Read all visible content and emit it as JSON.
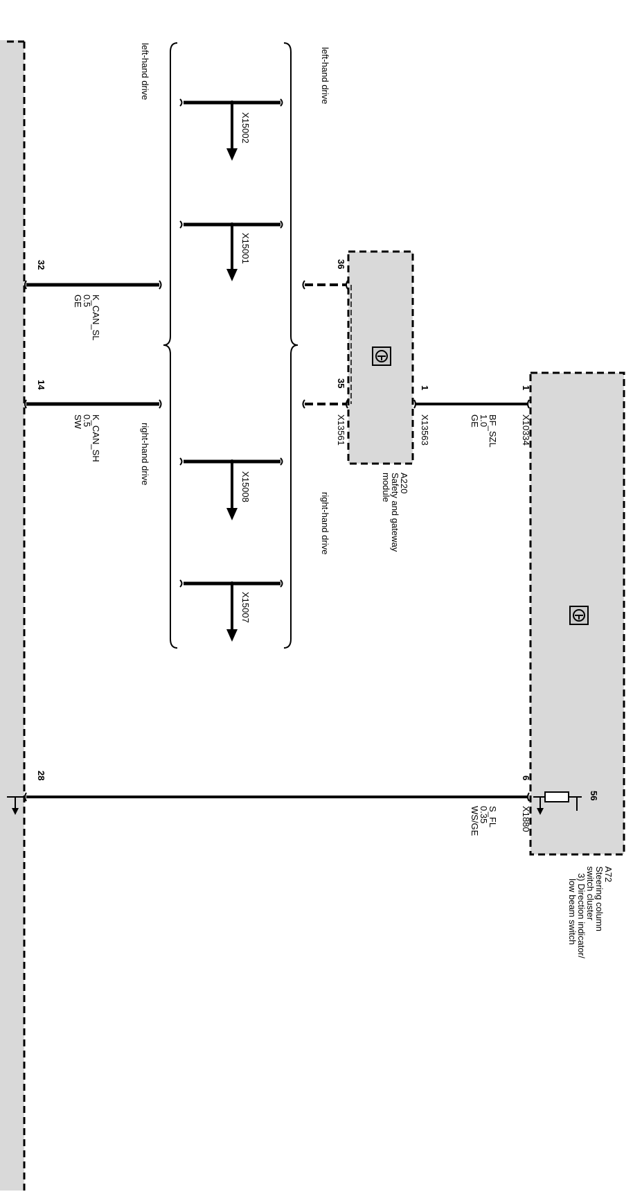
{
  "labels": {
    "top_left_hand_drive": "left-hand drive",
    "lower_left_hand_drive": "left-hand drive",
    "right_hand_drive": "right-hand drive",
    "lower_right_hand_drive": "right-hand drive"
  },
  "connectors": {
    "x15002": "X15002",
    "x15001": "X15001",
    "x15008": "X15008",
    "x15007": "X15007",
    "x13563": "X13563",
    "x13561": "X13561",
    "x10334": "X10334",
    "x1880": "X1880"
  },
  "pins": {
    "pin_36": "36",
    "pin_35": "35",
    "pin_32": "32",
    "pin_14": "14",
    "pin_1a": "1",
    "pin_1b": "1",
    "pin_6": "6",
    "pin_28": "28",
    "pin_56": "56"
  },
  "wires": {
    "k_can_sl": {
      "name": "K_CAN_SL",
      "size": "0.5",
      "color": "GE"
    },
    "k_can_sh": {
      "name": "K_CAN_SH",
      "size": "0.5",
      "color": "SW"
    },
    "bf_szl": {
      "name": "BF_SZL",
      "size": "1.0",
      "color": "GE"
    },
    "s_fl": {
      "name": "S_FL",
      "size": "0.35",
      "color": "WS/GE"
    }
  },
  "components": {
    "a220": {
      "id": "A220",
      "line1": "Safety and gateway",
      "line2": "module"
    },
    "a72": {
      "id": "A72",
      "line1": "Steering column",
      "line2": "switch cluster",
      "line3": "3) Direction indicator/",
      "line4": "low beam switch"
    }
  },
  "colors": {
    "module_fill": "#d9d9d9",
    "line": "#000000"
  }
}
